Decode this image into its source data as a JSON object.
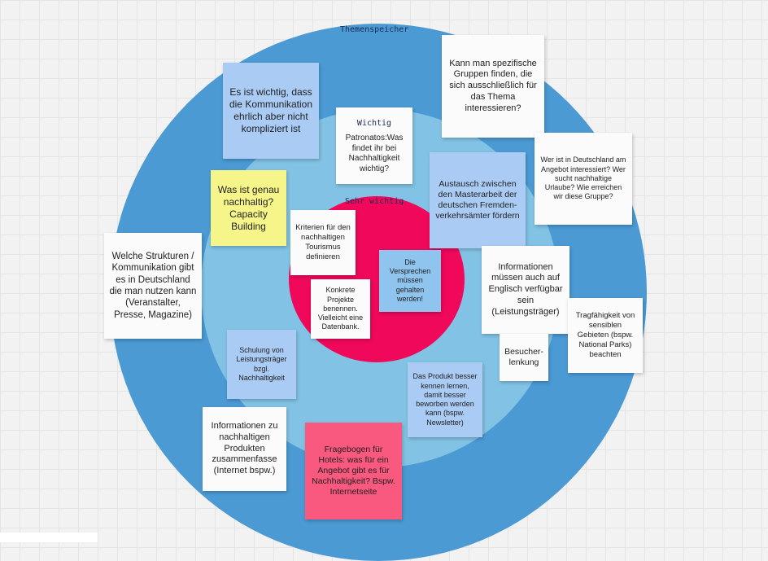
{
  "rings": {
    "outer_label": "Themenspeicher",
    "middle_label": "Wichtig",
    "inner_label": "Sehr wichtig"
  },
  "notes": {
    "ehrlich": "Es ist wichtig, dass die Kommunikation ehrlich aber nicht kompliziert ist",
    "patronatos": "Patronatos:Was findet ihr bei Nachhaltigkeit wichtig?",
    "gruppen": "Kann man spezifische Gruppen finden, die sich ausschließlich für das Thema interessieren?",
    "deutschland": "Wer ist in Deutschland am Angebot interessiert? Wer sucht nachhaltige Urlaube? Wie erreichen wir diese Gruppe?",
    "austausch": "Austausch zwischen den Masterarbeit der deutschen Fremden-\nverkehrsämter fördern",
    "nachhaltig": "Was ist genau nachhaltig? Capacity Building",
    "kriterien": "Kriterien für den nachhaltigen Tourismus definieren",
    "strukturen": "Welche Strukturen / Kommunikation gibt es in Deutschland die man nutzen kann (Veranstalter, Presse, Magazine)",
    "projekte": "Konkrete Projekte benennen. Vielleicht eine Datenbank.",
    "versprechen": "Die Versprechen müssen gehalten werden!",
    "englisch": "Informationen müssen auch auf Englisch verfügbar sein (Leistungsträger)",
    "tragfaehigkeit": "Tragfähigkeit von sensiblen Gebieten (bspw. National Parks) beachten",
    "besucher": "Besucher-\nlenkung",
    "schulung": "Schulung von Leistungsträger bzgl. Nachhaltigkeit",
    "produkt": "Das Produkt besser kennen lernen, damit besser beworben werden kann (bspw. Newsletter)",
    "informationen": "Informationen zu nachhaltigen Produkten zusammenfasse (Internet bspw.)",
    "fragebogen": "Fragebogen für Hotels: was für ein Angebot gibt es für Nachhaltigkeit? Bspw. Internetseite"
  }
}
